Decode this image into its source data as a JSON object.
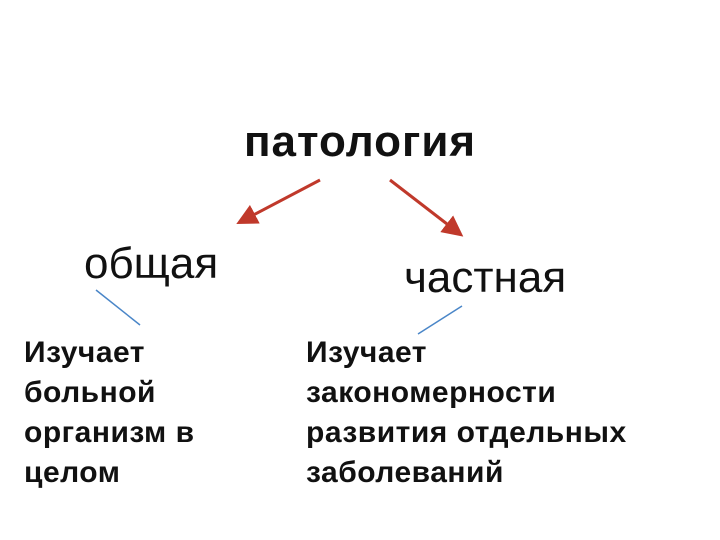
{
  "root": {
    "label": "патология"
  },
  "branches": [
    {
      "label": "общая",
      "description": [
        "Изучает",
        "больной",
        "организм в",
        "целом"
      ]
    },
    {
      "label": "частная",
      "description": [
        "Изучает",
        "закономерности",
        "развития отдельных",
        "заболеваний"
      ]
    }
  ],
  "colors": {
    "arrow": "#c0392b",
    "link_line": "#4a86c8",
    "text": "#111111"
  }
}
